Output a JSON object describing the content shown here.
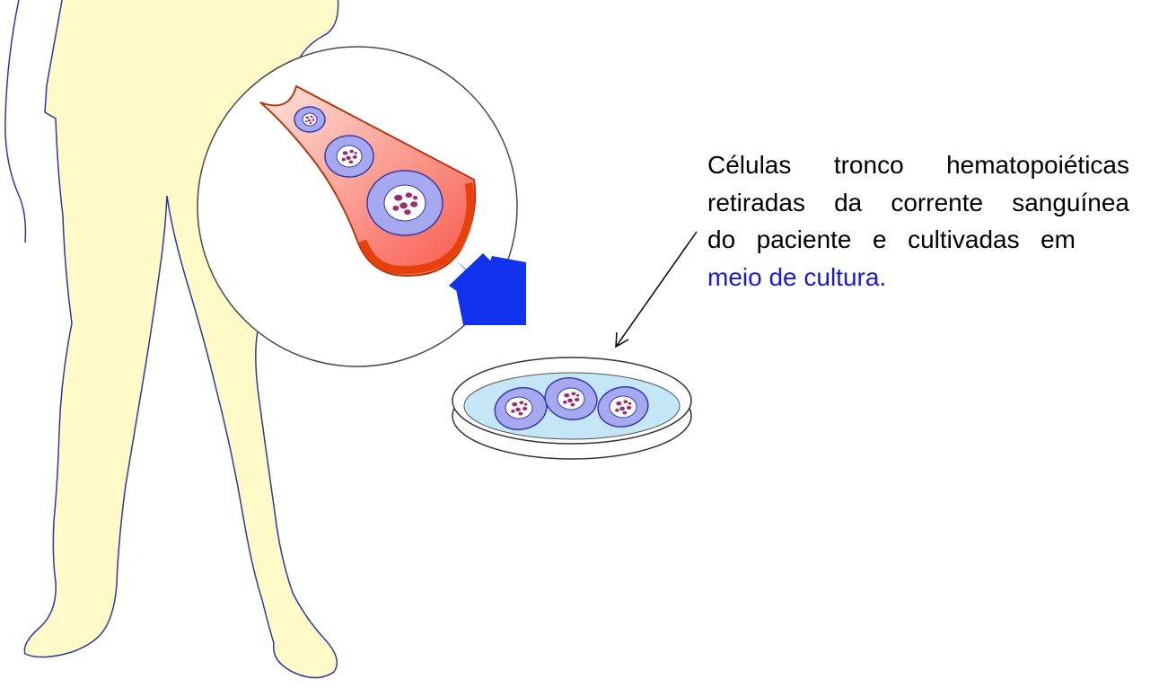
{
  "caption": {
    "line1": "Células tronco hematopoiéticas",
    "line2": "retiradas da corrente sanguínea",
    "line3": "do paciente e cultivadas em",
    "line4": "meio de cultura."
  },
  "colors": {
    "body_fill": "#fffac8",
    "body_outline": "#2b3a9c",
    "vessel_wall": "#e8400c",
    "vessel_inner_light": "#fde4dc",
    "vessel_inner_dark": "#f9584a",
    "cell_outer": "#a6a9f0",
    "cell_outline": "#3a3aa8",
    "nucleus": "#ffffff",
    "chromatin": "#9b2f6e",
    "arrow": "#1133ee",
    "dish_medium": "#c4e6f6",
    "caption_highlight": "#1a1ad6"
  },
  "icons": [
    "human-body-outline-icon",
    "magnifier-circle-icon",
    "blood-vessel-icon",
    "stem-cell-icon",
    "down-right-arrow-icon",
    "petri-dish-icon",
    "pointer-arrow-icon"
  ]
}
